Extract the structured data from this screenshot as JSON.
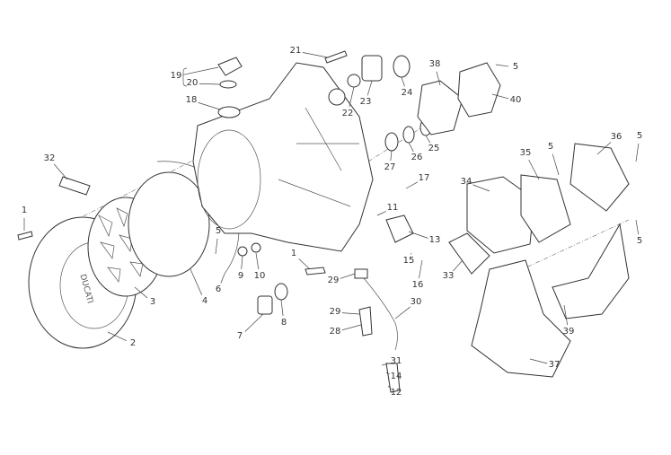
{
  "diagram": {
    "title": "Clutch cover / generator cover exploded view",
    "callouts": [
      "1",
      "2",
      "3",
      "32",
      "4",
      "5",
      "6",
      "9",
      "10",
      "7",
      "8",
      "18",
      "19",
      "20",
      "21",
      "22",
      "23",
      "24",
      "38",
      "5",
      "40",
      "27",
      "26",
      "25",
      "17",
      "11",
      "1",
      "13",
      "15",
      "16",
      "29",
      "30",
      "29",
      "28",
      "31",
      "14",
      "12",
      "34",
      "35",
      "5",
      "36",
      "5",
      "5",
      "33",
      "39",
      "37"
    ],
    "cover_logo_text": "DUCATI"
  }
}
